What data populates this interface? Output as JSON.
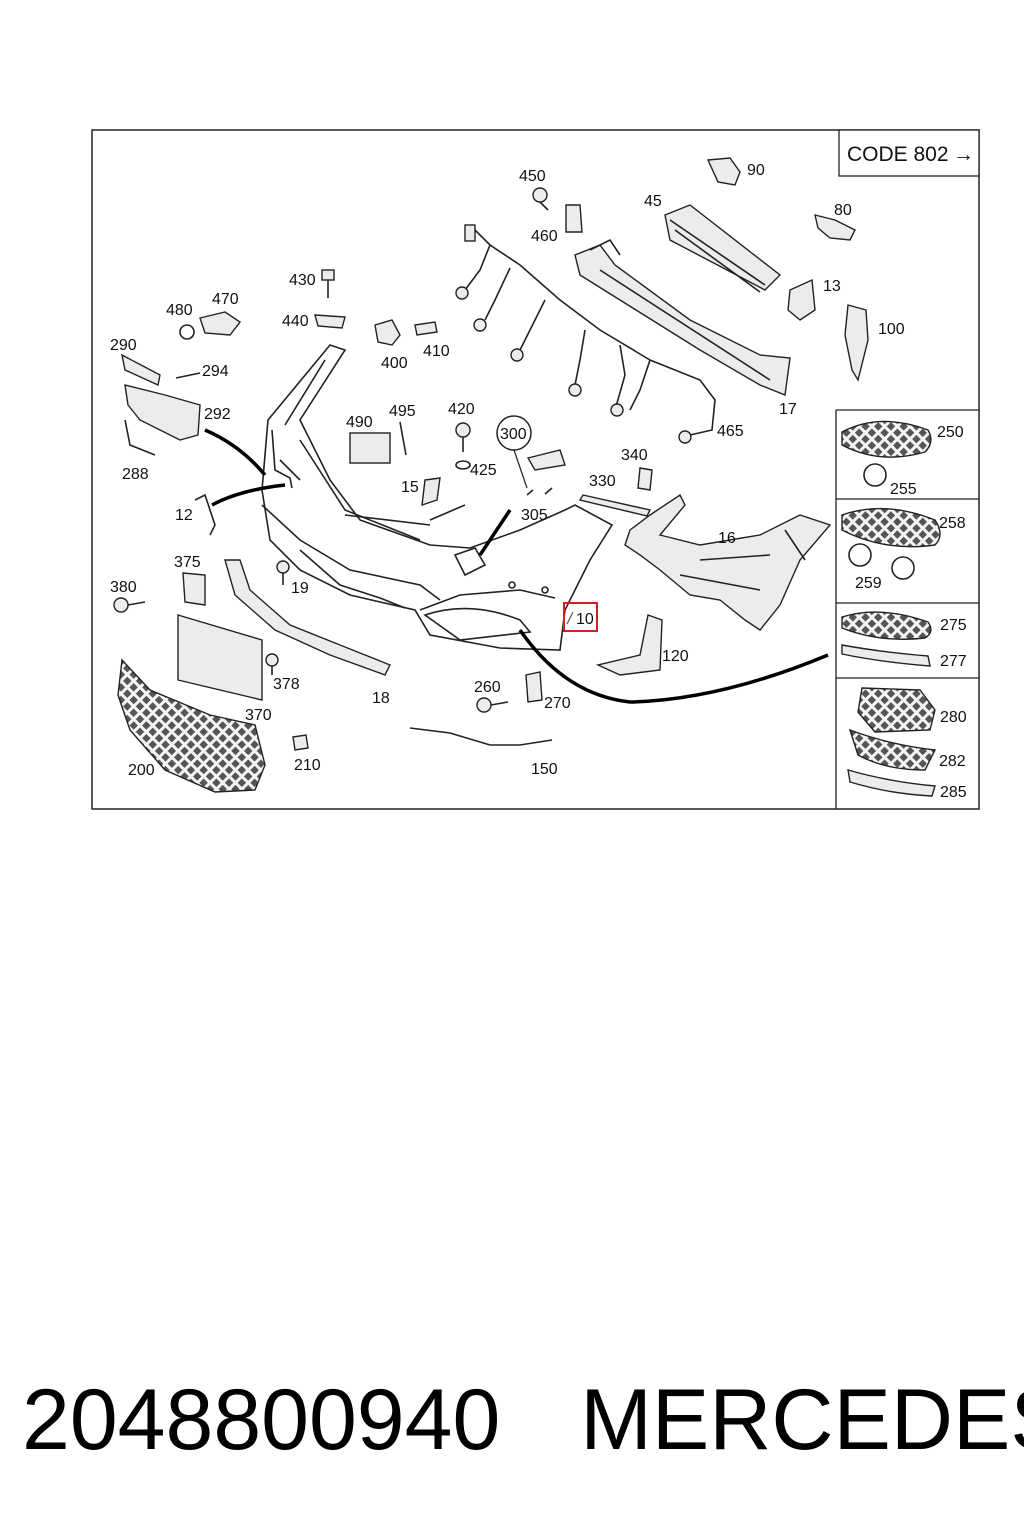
{
  "code_box": {
    "label": "CODE 802",
    "arrow": "→"
  },
  "callouts": [
    {
      "id": "c450",
      "text": "450"
    },
    {
      "id": "c90",
      "text": "90"
    },
    {
      "id": "c45",
      "text": "45"
    },
    {
      "id": "c80",
      "text": "80"
    },
    {
      "id": "c460",
      "text": "460"
    },
    {
      "id": "c430",
      "text": "430"
    },
    {
      "id": "c13",
      "text": "13"
    },
    {
      "id": "c480",
      "text": "480"
    },
    {
      "id": "c470",
      "text": "470"
    },
    {
      "id": "c440",
      "text": "440"
    },
    {
      "id": "c100",
      "text": "100"
    },
    {
      "id": "c290",
      "text": "290"
    },
    {
      "id": "c400",
      "text": "400"
    },
    {
      "id": "c410",
      "text": "410"
    },
    {
      "id": "c294",
      "text": "294"
    },
    {
      "id": "c17",
      "text": "17"
    },
    {
      "id": "c490",
      "text": "490"
    },
    {
      "id": "c495",
      "text": "495"
    },
    {
      "id": "c420",
      "text": "420"
    },
    {
      "id": "c292",
      "text": "292"
    },
    {
      "id": "c300",
      "text": "300"
    },
    {
      "id": "c465",
      "text": "465"
    },
    {
      "id": "c250",
      "text": "250"
    },
    {
      "id": "c340",
      "text": "340"
    },
    {
      "id": "c425",
      "text": "425"
    },
    {
      "id": "c288",
      "text": "288"
    },
    {
      "id": "c15",
      "text": "15"
    },
    {
      "id": "c330",
      "text": "330"
    },
    {
      "id": "c255",
      "text": "255"
    },
    {
      "id": "c12",
      "text": "12"
    },
    {
      "id": "c305",
      "text": "305"
    },
    {
      "id": "c16",
      "text": "16"
    },
    {
      "id": "c258",
      "text": "258"
    },
    {
      "id": "c375",
      "text": "375"
    },
    {
      "id": "c19",
      "text": "19"
    },
    {
      "id": "c259",
      "text": "259"
    },
    {
      "id": "c380",
      "text": "380"
    },
    {
      "id": "c10",
      "text": "10"
    },
    {
      "id": "c275",
      "text": "275"
    },
    {
      "id": "c120",
      "text": "120"
    },
    {
      "id": "c277",
      "text": "277"
    },
    {
      "id": "c378",
      "text": "378"
    },
    {
      "id": "c260",
      "text": "260"
    },
    {
      "id": "c18",
      "text": "18"
    },
    {
      "id": "c270",
      "text": "270"
    },
    {
      "id": "c370",
      "text": "370"
    },
    {
      "id": "c280",
      "text": "280"
    },
    {
      "id": "c200",
      "text": "200"
    },
    {
      "id": "c210",
      "text": "210"
    },
    {
      "id": "c150",
      "text": "150"
    },
    {
      "id": "c282",
      "text": "282"
    },
    {
      "id": "c285",
      "text": "285"
    }
  ],
  "highlighted_callout": "10",
  "footer": {
    "part_number": "2048800940",
    "brand": "MERCEDES"
  }
}
